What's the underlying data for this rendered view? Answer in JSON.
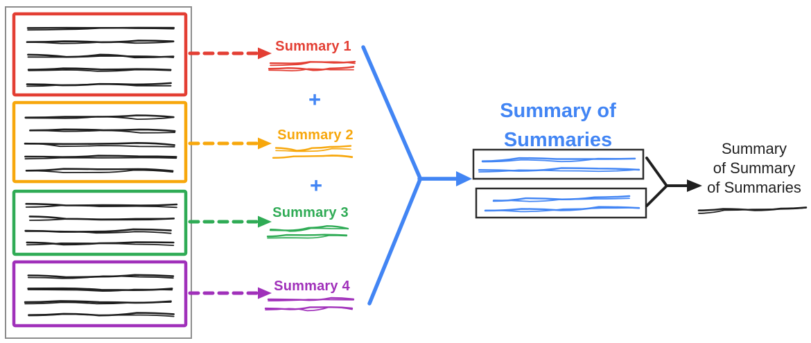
{
  "diagram": {
    "source_stack": {
      "border_color": "#8c8c8c",
      "text_color": "#1e1e1e",
      "documents": [
        {
          "name": "document-1",
          "border_color": "#e33e33",
          "text_lines": 5
        },
        {
          "name": "document-2",
          "border_color": "#f7a70c",
          "text_lines": 5
        },
        {
          "name": "document-3",
          "border_color": "#2fab55",
          "text_lines": 4
        },
        {
          "name": "document-4",
          "border_color": "#a030ba",
          "text_lines": 4
        }
      ]
    },
    "summaries": [
      {
        "label": "Summary 1",
        "color": "#e33e33"
      },
      {
        "label": "Summary 2",
        "color": "#f7a70c"
      },
      {
        "label": "Summary 3",
        "color": "#2fab55"
      },
      {
        "label": "Summary 4",
        "color": "#a030ba"
      }
    ],
    "plus_operator": "+",
    "merge": {
      "title": "Summary of Summaries",
      "title_lines": [
        "Summary of",
        "Summaries"
      ],
      "color": "#4285f4",
      "box_border_color": "#2b2b2b",
      "boxes": 2,
      "lines_per_box": 2
    },
    "final": {
      "label": "Summary of Summary of Summaries",
      "label_lines": [
        "Summary",
        "of Summary",
        "of Summaries"
      ],
      "color": "#1f1f1f"
    }
  }
}
